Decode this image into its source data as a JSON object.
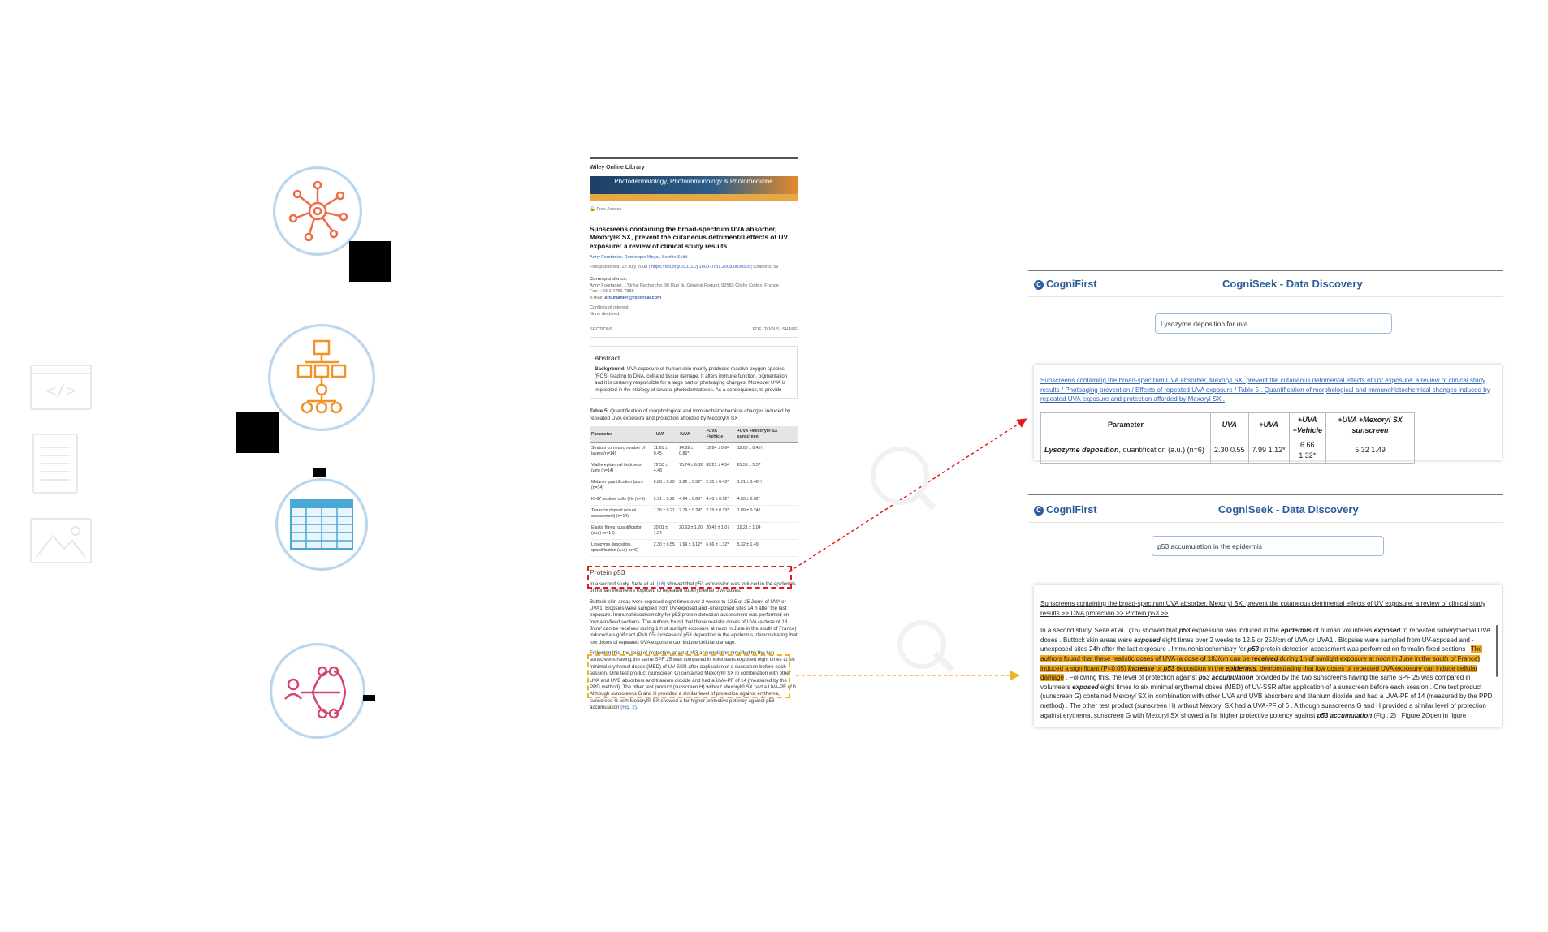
{
  "icons": {
    "left_ghost": [
      "code-window-icon",
      "document-icon",
      "image-icon"
    ],
    "circles": [
      "network-hub-icon",
      "hierarchy-icon",
      "table-icon",
      "pipeline-person-icon"
    ]
  },
  "colors": {
    "circle_border": "#b9d6ee",
    "hub": "#ee6b45",
    "hierarchy": "#f0932b",
    "table": "#4aa8d6",
    "pipeline": "#d6456e",
    "red_dash": "#e31b1b",
    "yellow_dash": "#f0b323",
    "brand_blue": "#2a5d9c",
    "highlight": "#f4a81b"
  },
  "paper": {
    "brand": "Wiley Online Library",
    "journal": "Photodermatology, Photoimmunology & Photomedicine",
    "free_access": "Free Access",
    "title": "Sunscreens containing the broad-spectrum UVA absorber, Mexoryl® SX, prevent the cutaneous detrimental effects of UV exposure: a review of clinical study results",
    "authors": "Anny Fourtanier, Dominique Moyal, Sophie Seité",
    "first_published": "First published: 22 July 2008",
    "doi": "https://doi.org/10.1111/j.1600-0781.2008.00365.x",
    "citations": "Citations: 59",
    "correspondence_label": "Correspondence:",
    "correspondence": "Anny Fourtanier, L'Oréal Recherche, 90 Rue du Général Roguet, 92583 Clichy Cedex, France.",
    "fax": "Fax: +33 1 4756 7888",
    "email_label": "e-mail:",
    "email": "afourtanier@rd.loreal.com",
    "coi_label": "Conflicts of interest:",
    "coi": "None declared.",
    "sections": "SECTIONS",
    "pdf": "PDF",
    "tools": "TOOLS",
    "share": "SHARE",
    "abstract_heading": "Abstract",
    "background_label": "Background:",
    "background": "UVA exposure of human skin mainly produces reactive oxygen species (ROS) leading to DNA, cell and tissue damage. It alters immune function, pigmentation and it is certainly responsible for a large part of photoaging changes. Moreover UVA is implicated in the etiology of several photodermatoses. As a consequence, to provide",
    "table_caption_label": "Table 5.",
    "table_caption": "Quantification of morphological and immunohistochemical changes induced by repeated UVA exposure and protection afforded by Mexoryl® SX",
    "table_headers": [
      "Parameter",
      "−UVA",
      "+UVA",
      "+UVA +Vehicle",
      "+UVA +Mexoryl® SX sunscreen"
    ],
    "table_rows": [
      [
        "Stratum corneum, number of layers (n=14)",
        "11.61 ± 0.45",
        "14.69 ± 0.86*",
        "12.84 ± 0.64",
        "12.00 ± 0.45†"
      ],
      [
        "Viable epidermal thickness (μm) (n=14)",
        "72.53 ± 4.48",
        "75.74 ± 6.32",
        "82.21 ± 4.54",
        "81.56 ± 5.37"
      ],
      [
        "Melanin quantification (a.u.) (n=14)",
        "0.88 ± 0.20",
        "2.82 ± 0.52*",
        "2.35 ± 0.43*",
        "1.91 ± 0.46*†"
      ],
      [
        "Ki-67 positive cells (%) (n=9)",
        "2.31 ± 0.22",
        "4.64 ± 0.66*",
        "4.43 ± 0.62*",
        "4.03 ± 0.62*"
      ],
      [
        "Tenascin deposit (visual assessment) (n=14)",
        "1.36 ± 0.21",
        "2.79 ± 0.24*",
        "2.29 ± 0.19*",
        "1.89 ± 0.24†"
      ],
      [
        "Elastic fibres, quantification (a.u.) (n=14)",
        "20.01 ± 1.24",
        "20.63 ± 1.20",
        "20.49 ± 1.07",
        "19.21 ± 1.04"
      ],
      [
        "Lysozyme deposition, quantification (a.u.) (n=6)",
        "2.30 ± 0.55",
        "7.99 ± 1.12*",
        "6.66 ± 1.32*",
        "5.32 ± 1.49"
      ]
    ],
    "protein_heading": "Protein p53",
    "p1_pre": "In a second study, Seite et al.",
    "p1_ref": "(16)",
    "p1_post": "showed that p53 expression was induced in the epidermis of human volunteers exposed to repeated suberythemal UVA doses.",
    "p2": "Buttock skin areas were exposed eight times over 2 weeks to 12.5 or 25 J/cm² of UVA or UVA1. Biopsies were sampled from UV-exposed and -unexposed sites 24 h after the last exposure. Immunohistochemistry for p53 protein detection assessment was performed on formalin-fixed sections. The authors found that these realistic doses of UVA (a dose of 18 J/cm² can be received during 1 h of sunlight exposure at noon in June in the south of France) induced a significant (P<0.05) increase of p53 deposition in the epidermis, demonstrating that low doses of repeated UVA exposure can induce cellular damage.",
    "p3_pre": "Following this, the level of protection against p53 accumulation provided by the two sunscreens having the same SPF 25 was compared in volunteers exposed eight times to six minimal erythemal doses (MED) of UV-SSR after application of a sunscreen before each session. One test product (sunscreen G) contained Mexoryl® SX in combination with other UVA and UVB absorbers and titanium dioxide and had a UVA-PF of 14 (measured by the PPD method). The other test product (sunscreen H) without Mexoryl® SX had a UVA-PF of 6. Although sunscreens G and H provided a similar level of protection against erythema, sunscreen G with Mexoryl® SX showed a far higher protective potency against p53 accumulation",
    "p3_ref": "(Fig. 2)",
    "p3_end": "."
  },
  "panel1": {
    "logo": "CogniFirst",
    "title": "CogniSeek - Data Discovery",
    "query": "Lysozyme deposition for uva",
    "breadcrumb": [
      "Sunscreens containing the broad-spectrum UVA absorber, Mexoryl SX, prevent the cutaneous detrimental effects of UV exposure: a review of clinical study results",
      "Photoaging prevention",
      "Effects of repeated UVA exposure",
      "Table 5 . Quantification of morphological and immunohistochemical changes induced by repeated UVA exposure and protection afforded by Mexoryl SX ."
    ],
    "sep": " / ",
    "table_headers": [
      "Parameter",
      "UVA",
      "+UVA",
      "+UVA +Vehicle",
      "+UVA +Mexoryl SX sunscreen"
    ],
    "row_label": "Lysozyme deposition",
    "row_label_rest": ", quantification (a.u.) (n=6)",
    "row_values": [
      "2.30 0.55",
      "7.99 1.12*",
      "6.66 1.32*",
      "5.32 1.49"
    ]
  },
  "panel2": {
    "logo": "CogniFirst",
    "title": "CogniSeek - Data Discovery",
    "query": "p53 accumulation in the epidermis",
    "breadcrumb_title": "Sunscreens containing the broad-spectrum UVA absorber, Mexoryl SX, prevent the cutaneous detrimental effects of UV exposure: a review of clinical study results",
    "breadcrumb_rest": [
      ">>",
      "DNA protection",
      ">>",
      "Protein p53",
      ">>"
    ],
    "text_a": "In a second study, Seite et al . (16) showed that ",
    "text_a_b1": "p53",
    "text_a2": " expression was induced in the ",
    "text_a_b2": "epidermis",
    "text_a3": " of human volunteers ",
    "text_a_b3": "exposed",
    "text_a4": " to repeated suberythemal UVA doses . Buttock skin areas were ",
    "text_a_b4": "exposed",
    "text_a5": " eight times over 2 weeks to 12.5 or 25J/cm of UVA or UVA1 . Biopsies were sampled from UV-exposed and -unexposed sites 24h after the last exposure . Immunohistochemistry for ",
    "text_a_b5": "p53",
    "text_a6": " protein detection assessment was performed on formalin-fixed sections . ",
    "hl_a": "The authors found that these realistic doses of UVA (a dose of 18J/cm can be ",
    "hl_b1": "received",
    "hl_b": " during 1h of sunlight exposure at noon in June in the south of France) induced a significant (P<0.05) ",
    "hl_b2": "increase",
    "hl_c": " of ",
    "hl_b3": "p53",
    "hl_d": " deposition in the ",
    "hl_b4": "epidermis",
    "hl_e": ", demonstrating that low doses of repeated UVA exposure can induce cellular damage",
    "text_b": " . Following this, the level of protection against ",
    "text_b_b1": "p53 accumulation",
    "text_b2": " provided by the two sunscreens having the same SPF 25 was compared in volunteers ",
    "text_b_b2": "exposed",
    "text_b3": " eight times to six minimal erythemal doses (MED) of UV-SSR after application of a sunscreen before each session . One test product (sunscreen G) contained Mexoryl SX in combination with other UVA and UVB absorbers and titanium dioxide and had a UVA-PF of 14 (measured by the PPD method) . The other test product (sunscreen H) without Mexoryl SX had a UVA-PF of 6 . Although sunscreens G and H provided a similar level of protection against erythema, sunscreen G with Mexoryl SX showed a far higher protective potency against ",
    "text_b_b3": "p53 accumulation",
    "text_b4": " (Fig . 2) . Figure 2Open in figure"
  }
}
